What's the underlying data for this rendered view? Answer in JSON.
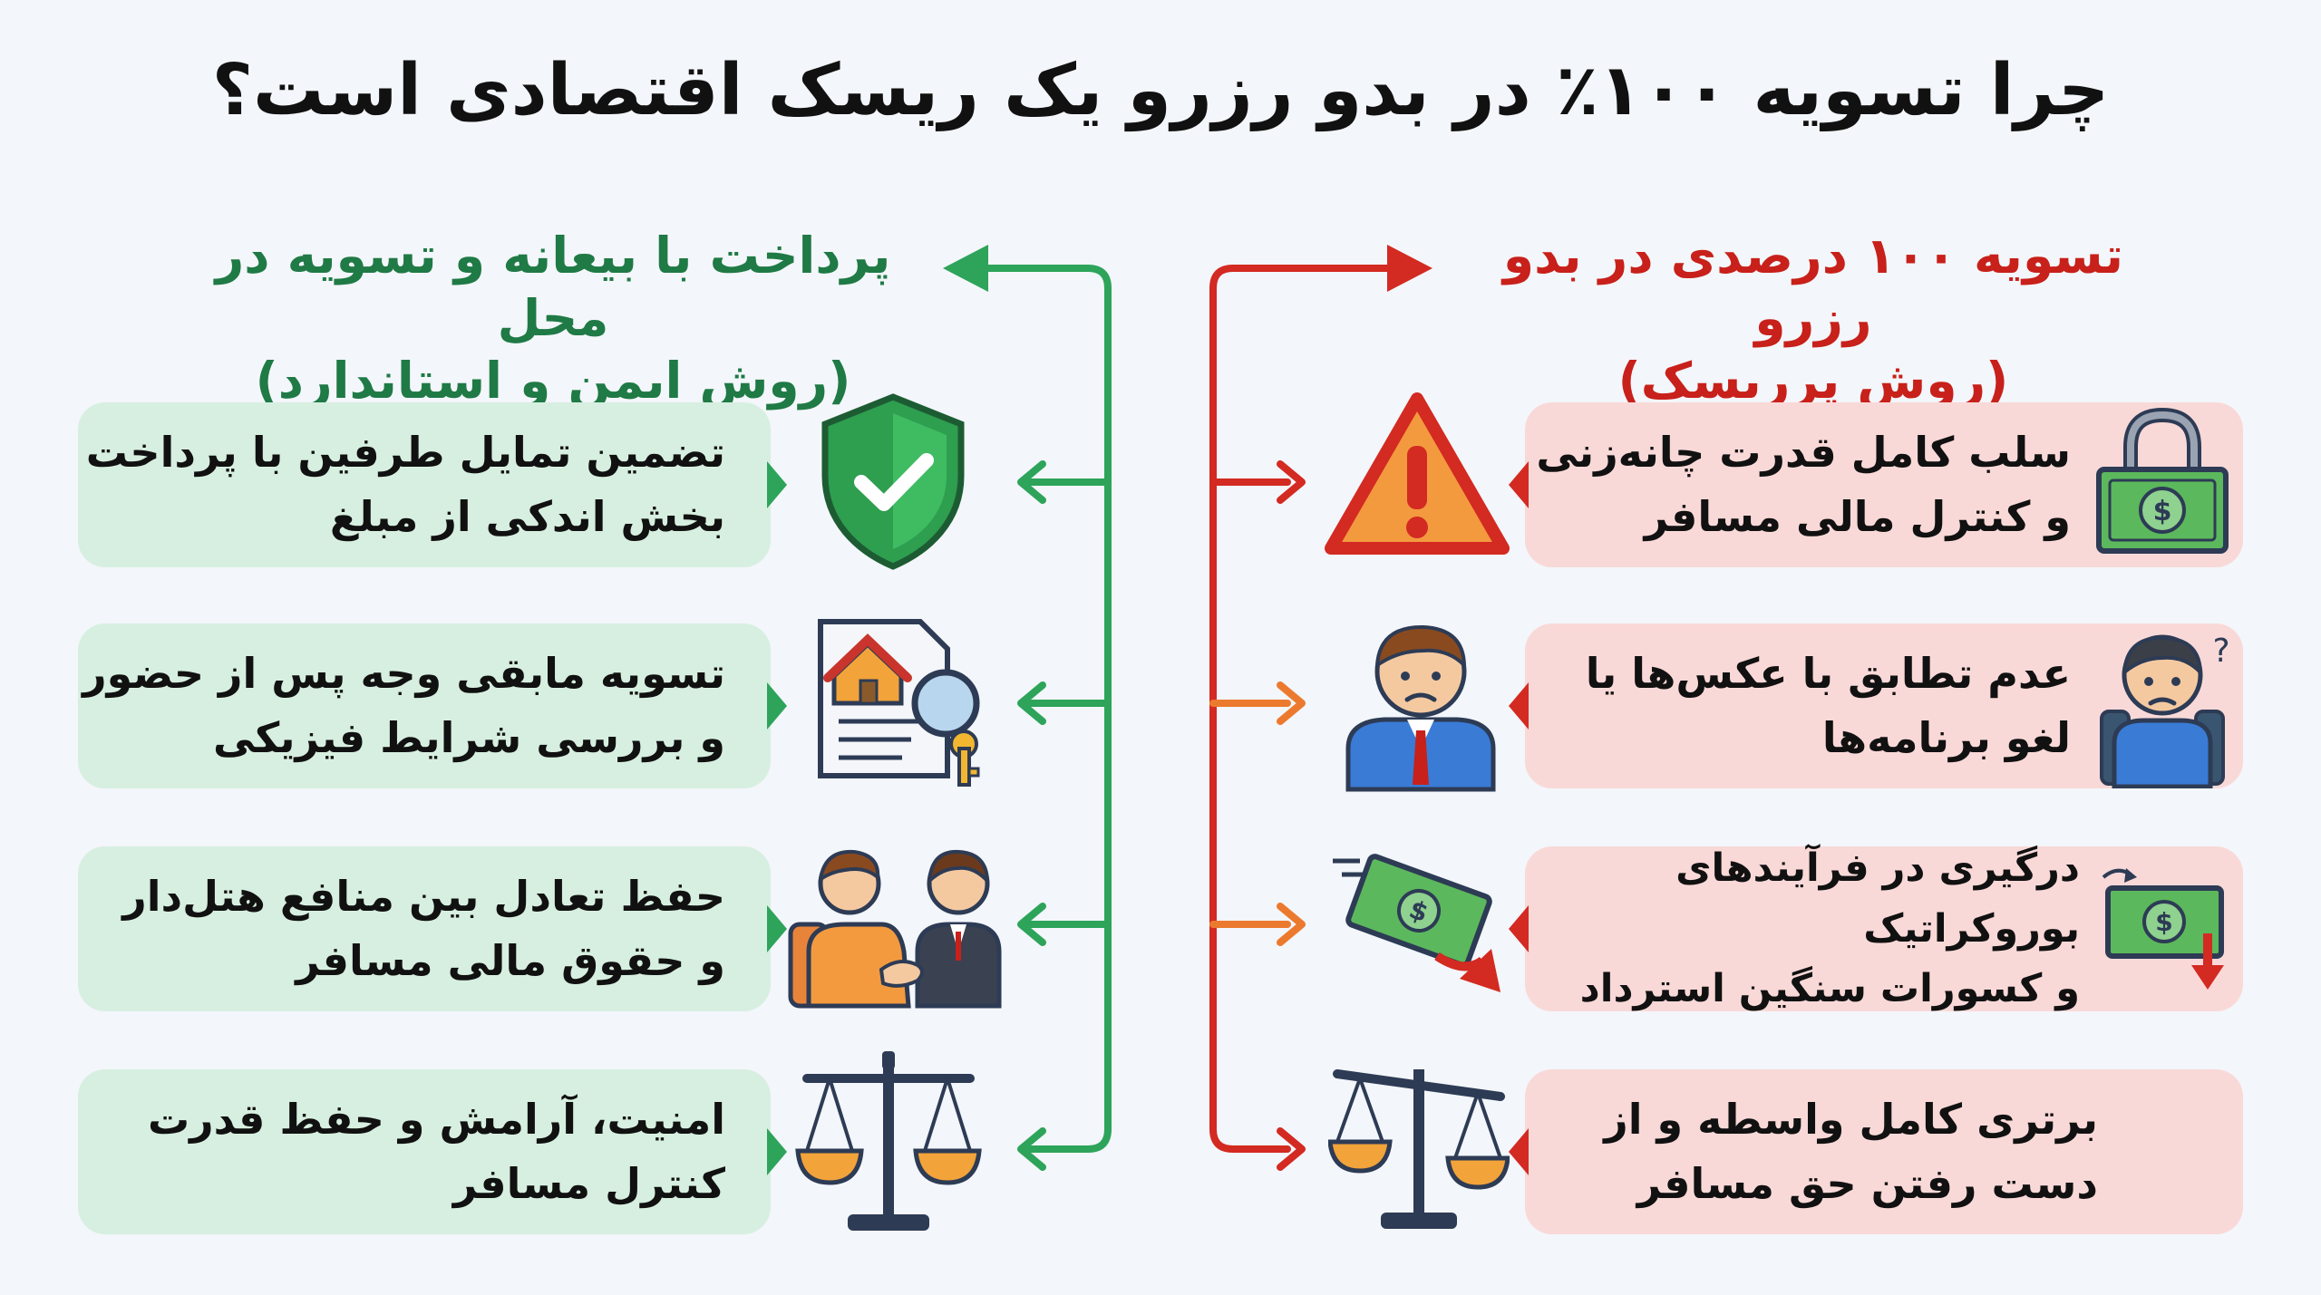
{
  "title": "چرا تسویه ۱۰۰٪ در بدو رزرو یک ریسک اقتصادی است؟",
  "left": {
    "heading_line1": "پرداخت با بیعانه و تسویه در محل",
    "heading_line2": "(روش ایمن و استاندارد)",
    "color": "#1f7a45",
    "items": [
      {
        "text": "تضمین تمایل طرفین با پرداخت\nبخش اندکی از مبلغ",
        "icon": "shield-check-icon"
      },
      {
        "text": "تسویه مابقی وجه پس از حضور\nو بررسی شرایط فیزیکی",
        "icon": "house-document-key-icon"
      },
      {
        "text": "حفظ تعادل بین منافع هتل‌دار\nو حقوق مالی مسافر",
        "icon": "handshake-people-icon"
      },
      {
        "text": "امنیت، آرامش و حفظ قدرت\nکنترل مسافر",
        "icon": "balanced-scale-icon"
      }
    ]
  },
  "right": {
    "heading_line1": "تسویه ۱۰۰ درصدی در بدو رزرو",
    "heading_line2": "(روش پرریسک)",
    "color": "#c8201a",
    "items": [
      {
        "text": "سلب کامل قدرت چانه‌زنی\nو کنترل مالی مسافر",
        "icon": "locked-money-icon",
        "side_icon": "warning-triangle-icon"
      },
      {
        "text": "عدم تطابق با عکس‌ها یا\nلغو برنامه‌ها",
        "icon": "confused-traveler-icon",
        "side_icon": "upset-man-icon"
      },
      {
        "text": "درگیری در فرآیندهای بوروکراتیک\nو کسورات سنگین استرداد",
        "icon": "money-down-icon",
        "side_icon": "flying-money-icon"
      },
      {
        "text": "برتری کامل واسطه و از\nدست رفتن حق مسافر",
        "icon": "money-loss-icon",
        "side_icon": "tilted-scale-icon"
      }
    ]
  }
}
